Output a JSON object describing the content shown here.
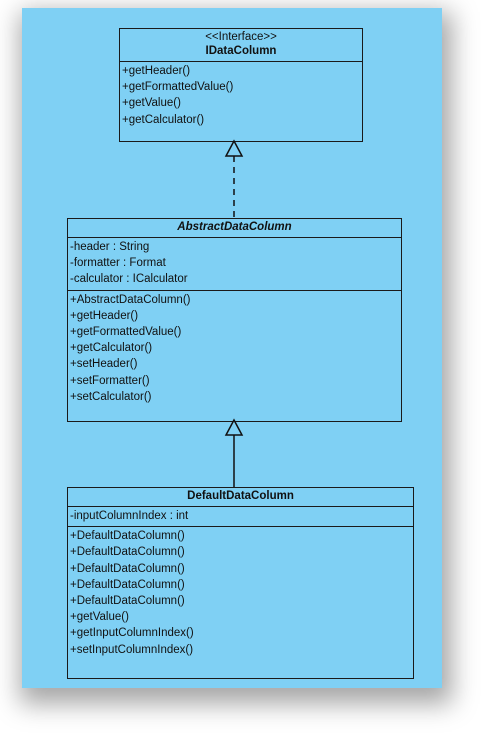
{
  "diagram": {
    "background_color": "#7fd0f4",
    "classes": [
      {
        "id": "idatacolumn",
        "stereotype": "<<Interface>>",
        "name": "IDataColumn",
        "is_abstract": false,
        "attributes": [],
        "operations": [
          "+getHeader()",
          "+getFormattedValue()",
          "+getValue()",
          "+getCalculator()"
        ]
      },
      {
        "id": "abstractdatacolumn",
        "stereotype": "",
        "name": "AbstractDataColumn",
        "is_abstract": true,
        "attributes": [
          "-header : String",
          "-formatter : Format",
          "-calculator : ICalculator"
        ],
        "operations": [
          "+AbstractDataColumn()",
          "+getHeader()",
          "+getFormattedValue()",
          "+getCalculator()",
          "+setHeader()",
          "+setFormatter()",
          "+setCalculator()"
        ]
      },
      {
        "id": "defaultdatacolumn",
        "stereotype": "",
        "name": "DefaultDataColumn",
        "is_abstract": false,
        "attributes": [
          "-inputColumnIndex : int"
        ],
        "operations": [
          "+DefaultDataColumn()",
          "+DefaultDataColumn()",
          "+DefaultDataColumn()",
          "+DefaultDataColumn()",
          "+DefaultDataColumn()",
          "+getValue()",
          "+getInputColumnIndex()",
          "+setInputColumnIndex()"
        ]
      }
    ],
    "relations": [
      {
        "type": "realization",
        "from": "abstractdatacolumn",
        "to": "idatacolumn"
      },
      {
        "type": "generalization",
        "from": "defaultdatacolumn",
        "to": "abstractdatacolumn"
      }
    ]
  }
}
